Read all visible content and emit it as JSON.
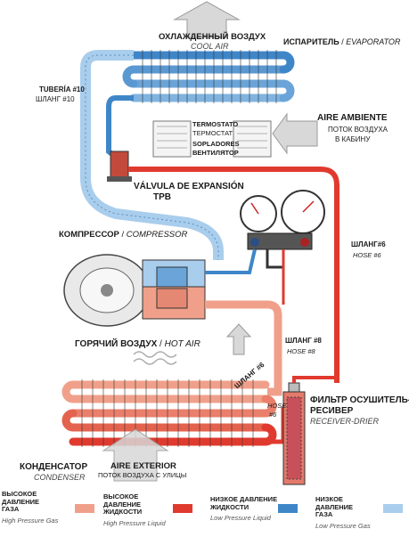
{
  "labels": {
    "cool_air_ru": "ОХЛАЖДЕННЫЙ ВОЗДУХ",
    "cool_air_en": "COOL AIR",
    "evaporator_ru": "ИСПАРИТЕЛЬ",
    "evaporator_en": "EVAPORATOR",
    "tubing_es": "TUBERÍA #10",
    "tubing_ru": "ШЛАНГ #10",
    "ambient_es": "AIRE AMBIENTE",
    "ambient_ru_1": "ПОТОК ВОЗДУХА",
    "ambient_ru_2": "В КАБИНУ",
    "thermostat_es": "TERMOSTATO",
    "thermostat_ru": "ТЕРМОСТАТ",
    "blowers_es": "SOPLADORES",
    "blower_ru": "ВЕНТИЛЯТОР",
    "expansion_es": "VÁLVULA DE EXPANSIÓN",
    "expansion_ru": "ТРВ",
    "compressor_ru": "КОМПРЕССОР",
    "compressor_en": "COMPRESSOR",
    "hose6_ru": "ШЛАНГ#6",
    "hose6_en": "HOSE #6",
    "hot_air_ru": "ГОРЯЧИЙ ВОЗДУХ",
    "hot_air_en": "HOT AIR",
    "hose8_ru": "ШЛАНГ #8",
    "hose8_en": "HOSE #8",
    "hose6b_ru": "ШЛАНГ #6",
    "hose6c_en_1": "HOSE",
    "hose6c_en_2": "#6",
    "receiver_ru_1": "ФИЛЬТР ОСУШИТЕЛЬ-",
    "receiver_ru_2": "РЕСИВЕР",
    "receiver_en": "RECEIVER-DRIER",
    "condenser_ru": "КОНДЕНСАТОР",
    "condenser_en": "CONDENSER",
    "exterior_es": "AIRE EXTERIOR",
    "exterior_ru": "ПОТОК ВОЗДУХА С УЛИЦЫ"
  },
  "legend": [
    {
      "main_1": "ВЫСОКОЕ ДАВЛЕНИЕ",
      "main_2": "ГАЗА",
      "sub": "High Pressure Gas",
      "color": "#f0a08a"
    },
    {
      "main_1": "ВЫСОКОЕ ДАВЛЕНИЕ",
      "main_2": "ЖИДКОСТИ",
      "sub": "High Pressure Liquid",
      "color": "#e03a2e"
    },
    {
      "main_1": "НИЗКОЕ ДАВЛЕНИЕ",
      "main_2": "ЖИДКОСТИ",
      "sub": "Low Pressure Liquid",
      "color": "#3f86c8"
    },
    {
      "main_1": "НИЗКОЕ ДАВЛЕНИЕ",
      "main_2": "ГАЗА",
      "sub": "Low Pressure Gas",
      "color": "#a9cdec"
    }
  ],
  "colors": {
    "high_gas": "#f0a08a",
    "high_liquid": "#e03a2e",
    "low_liquid": "#3f86c8",
    "low_gas": "#a9cdec"
  }
}
